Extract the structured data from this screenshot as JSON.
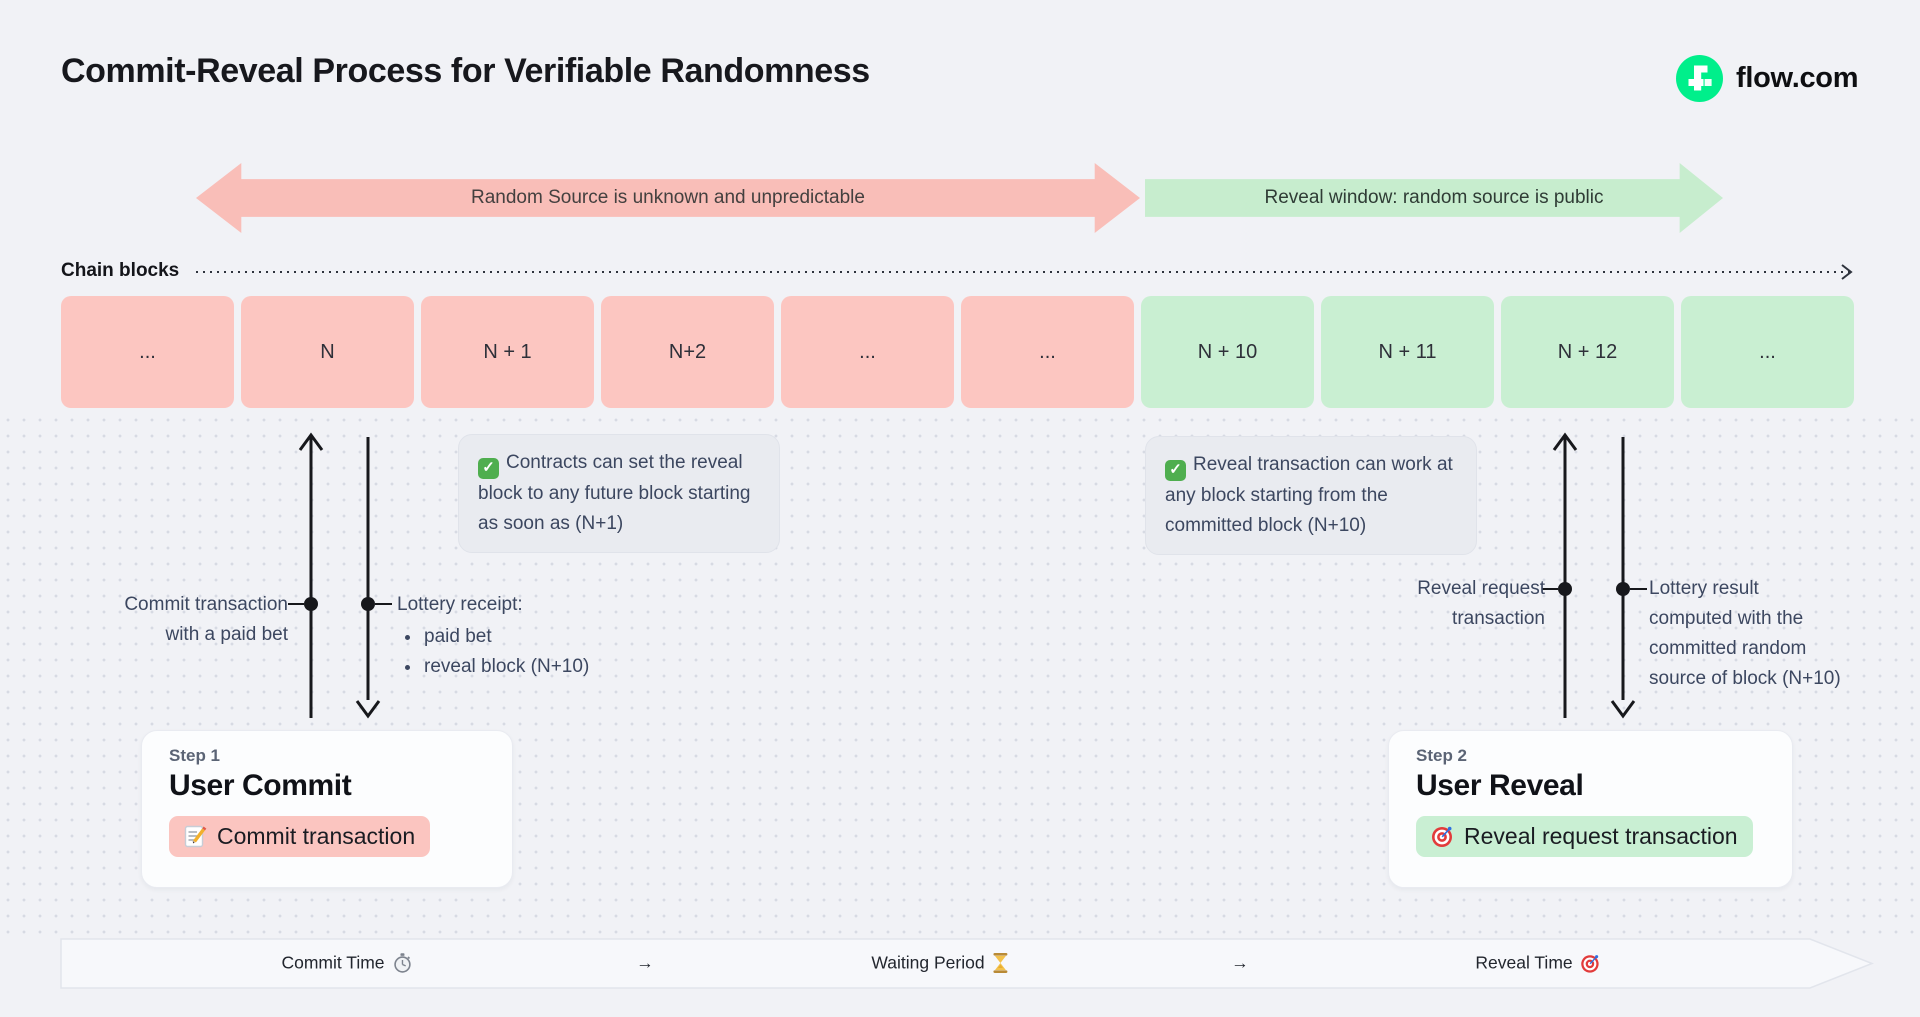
{
  "page": {
    "title": "Commit-Reveal Process for Verifiable Randomness"
  },
  "brand": {
    "name": "flow.com",
    "logo_icon": "flow-logo-icon",
    "logo_color": "#00ef8b"
  },
  "arrows": {
    "unknown_label": "Random Source is unknown and unpredictable",
    "reveal_label": "Reveal window: random source is public",
    "unknown_color": "#f9beb8",
    "reveal_color": "#c7edce"
  },
  "chain": {
    "label": "Chain blocks",
    "blocks": [
      {
        "label": "...",
        "phase": "commit"
      },
      {
        "label": "N",
        "phase": "commit"
      },
      {
        "label": "N + 1",
        "phase": "commit"
      },
      {
        "label": "N+2",
        "phase": "commit"
      },
      {
        "label": "...",
        "phase": "commit"
      },
      {
        "label": "...",
        "phase": "commit"
      },
      {
        "label": "N + 10",
        "phase": "reveal"
      },
      {
        "label": "N + 11",
        "phase": "reveal"
      },
      {
        "label": "N + 12",
        "phase": "reveal"
      },
      {
        "label": "...",
        "phase": "reveal"
      }
    ],
    "commit_color": "#fcc6c1",
    "reveal_color": "#c9efd2"
  },
  "notes": {
    "left": {
      "icon": "check-icon",
      "text": "Contracts can set the reveal block to any future block starting as soon as (N+1)"
    },
    "right": {
      "icon": "check-icon",
      "text": "Reveal transaction can work at any block starting from the committed block (N+10)"
    }
  },
  "ann": {
    "commit_tx": {
      "line1": "Commit transaction",
      "line2": "with a paid bet"
    },
    "receipt": {
      "title": "Lottery receipt:",
      "items": [
        "paid bet",
        "reveal block (N+10)"
      ]
    },
    "reveal_req": {
      "line1": "Reveal request",
      "line2": "transaction"
    },
    "result": {
      "lines": [
        "Lottery result",
        "computed with the",
        "committed random",
        "source of block (N+10)"
      ]
    }
  },
  "steps": {
    "s1": {
      "label": "Step 1",
      "title": "User Commit",
      "badge": "Commit transaction",
      "badge_icon": "memo-icon",
      "badge_color": "#fbc5c0"
    },
    "s2": {
      "label": "Step 2",
      "title": "User Reveal",
      "badge": "Reveal request transaction",
      "badge_icon": "target-icon",
      "badge_color": "#c9efd3"
    }
  },
  "footer": {
    "items": [
      {
        "label": "Commit Time",
        "icon": "stopwatch-icon"
      },
      {
        "label": "→"
      },
      {
        "label": "Waiting Period",
        "icon": "hourglass-icon"
      },
      {
        "label": "→"
      },
      {
        "label": "Reveal Time",
        "icon": "target-icon"
      }
    ]
  }
}
